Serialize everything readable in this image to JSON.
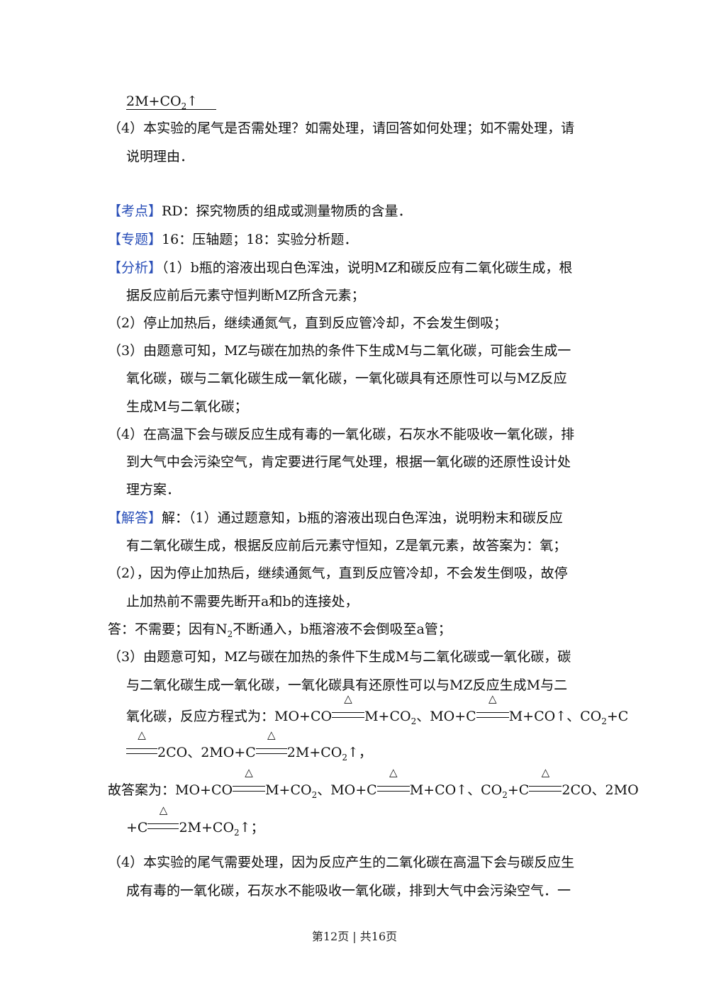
{
  "lines": {
    "l01": "2M+CO",
    "l01_sub": "2",
    "l01_end": "↑",
    "l02": "（4）本实验的尾气是否需处理？如需处理，请回答如何处理；如不需处理，请",
    "l03": "说明理由．",
    "l04_tag": "【考点】",
    "l04": "RD：探究物质的组成或测量物质的含量．",
    "l05_tag": "【专题】",
    "l05": "16：压轴题；18：实验分析题．",
    "l06_tag": "【分析】",
    "l06": "（1）b瓶的溶液出现白色浑浊，说明MZ和碳反应有二氧化碳生成，根",
    "l07": "据反应前后元素守恒判断MZ所含元素；",
    "l08": "（2）停止加热后，继续通氮气，直到反应管冷却，不会发生倒吸；",
    "l09": "（3）由题意可知，MZ与碳在加热的条件下生成M与二氧化碳，可能会生成一",
    "l10": "氧化碳，碳与二氧化碳生成一氧化碳，一氧化碳具有还原性可以与MZ反应",
    "l11": "生成M与二氧化碳；",
    "l12": "（4）在高温下会与碳反应生成有毒的一氧化碳，石灰水不能吸收一氧化碳，排",
    "l13": "到大气中会污染空气，肯定要进行尾气处理，根据一氧化碳的还原性设计处",
    "l14": "理方案．",
    "l15_tag": "【解答】",
    "l15": "解：（1）通过题意知，b瓶的溶液出现白色浑浊，说明粉末和碳反应",
    "l16": "有二氧化碳生成，根据反应前后元素守恒知，Z是氧元素，故答案为：氧；",
    "l17": "（2），因为停止加热后，继续通氮气，直到反应管冷却，不会发生倒吸，故停",
    "l18": "止加热前不需要先断开a和b的连接处，",
    "l19a": "答：不需要；因有N",
    "l19_sub": "2",
    "l19b": "不断通入，b瓶溶液不会倒吸至a管；",
    "l20": "（3）由题意可知，MZ与碳在加热的条件下生成M与二氧化碳或一氧化碳，碳",
    "l21": "与二氧化碳生成一氧化碳，一氧化碳具有还原性可以与MZ反应生成M与二",
    "l22a": "氧化碳，反应方程式为：MO+CO",
    "l22b": "M+CO",
    "l22c": "、MO+C",
    "l22d": "M+CO↑、CO",
    "l22e": "+C",
    "l23a": "2CO、2MO+C",
    "l23b": "2M+CO",
    "l23c": "↑，",
    "l24a": "故答案为：MO+CO",
    "l24b": "M+CO",
    "l24c": "、MO+C",
    "l24d": "M+CO↑、CO",
    "l24e": "+C",
    "l24f": "2CO、2MO",
    "l25a": "+C",
    "l25b": "2M+CO",
    "l25c": "↑；",
    "l26": "（4）本实验的尾气需要处理，因为反应产生的二氧化碳在高温下会与碳反应生",
    "l27": "成有毒的一氧化碳，石灰水不能吸收一氧化碳，排到大气中会污染空气．一",
    "sub2": "2",
    "delta": "△"
  },
  "footer": "第12页 | 共16页"
}
